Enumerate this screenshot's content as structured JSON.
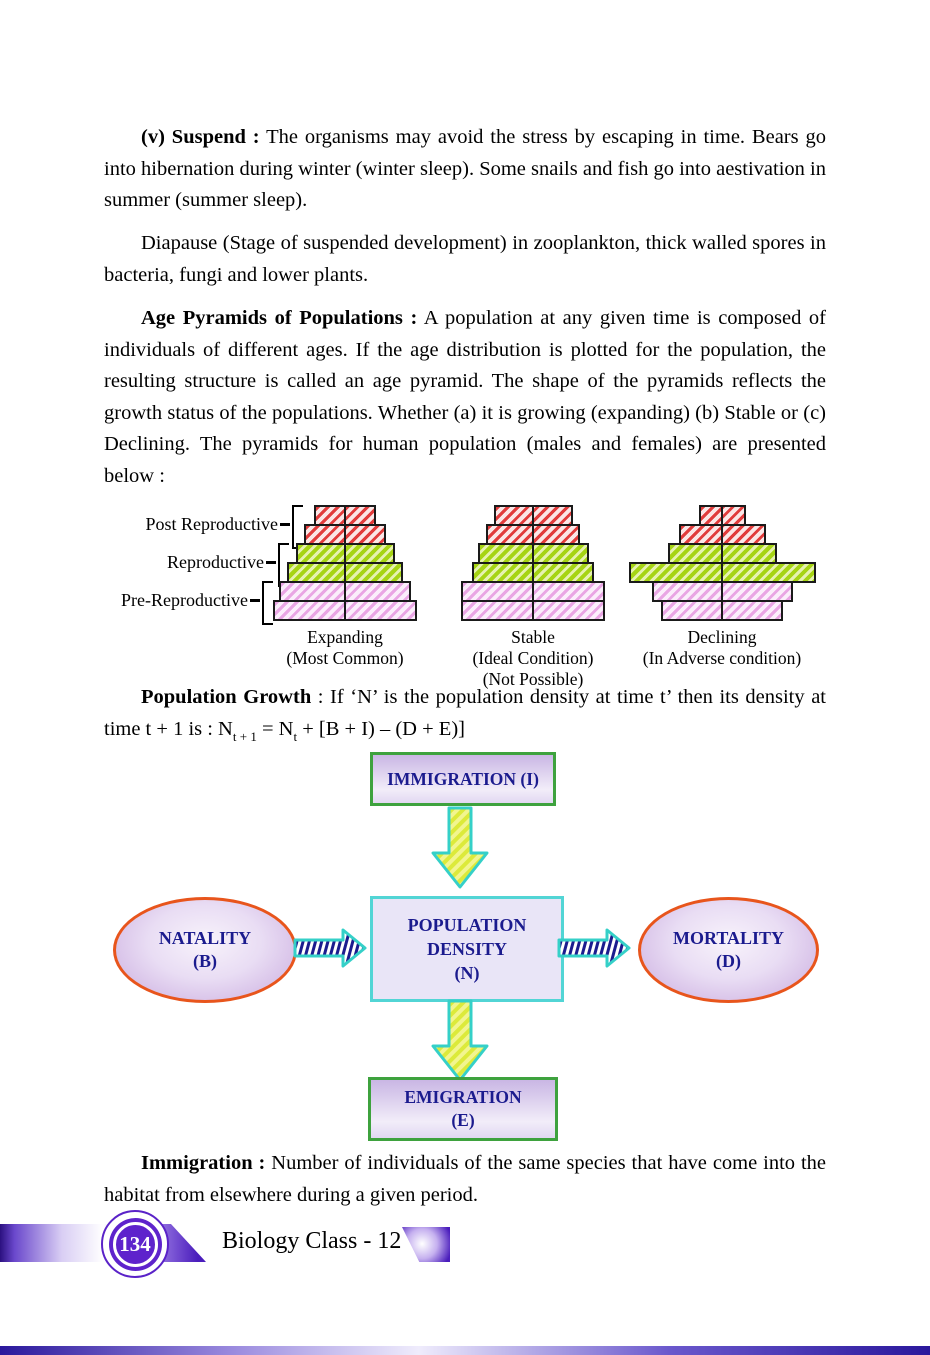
{
  "paragraphs": {
    "p1": {
      "bold": "(v) Suspend :",
      "text": " The organisms may avoid the stress by escaping in time. Bears go into hibernation during winter (winter sleep). Some snails and fish go into aestivation in summer (summer sleep)."
    },
    "p2": {
      "text": "Diapause (Stage of suspended development) in zooplankton, thick walled spores in bacteria, fungi and lower plants."
    },
    "p3": {
      "bold": "Age Pyramids of Populations :",
      "text": " A population at any given time is composed of individuals of different ages. If the age distribution is plotted for the population, the resulting structure is called an age pyramid. The shape of the pyramids reflects the growth status of the populations. Whether (a) it is growing (expanding) (b) Stable or (c) Declining. The pyramids for human population (males and females) are presented below :"
    },
    "p4": {
      "bold": "Population Growth",
      "text1": " : If ‘N’ is the population density at time t’ then its density at time t + 1 is : N",
      "sub1": "t + 1",
      "text2": " = N",
      "sub2": "t",
      "text3": " + [B + I) – (D + E)]"
    },
    "p5": {
      "bold": "Immigration :",
      "text": " Number of individuals of the same species that have come into the habitat from elsewhere during a given period."
    }
  },
  "pyramids": {
    "side_labels": [
      "Post Reproductive",
      "Reproductive",
      "Pre-Reproductive"
    ],
    "items": [
      {
        "name": "Expanding",
        "caption": [
          "Expanding",
          "(Most Common)"
        ],
        "tiers": [
          58,
          78,
          95,
          112,
          128,
          140
        ]
      },
      {
        "name": "Stable",
        "caption": [
          "Stable",
          "(Ideal Condition)",
          "(Not Possible)"
        ],
        "tiers": [
          75,
          90,
          107,
          118,
          140,
          140
        ]
      },
      {
        "name": "Declining",
        "caption": [
          "Declining",
          "(In Adverse condition)"
        ],
        "tiers": [
          43,
          83,
          105,
          183,
          137,
          118
        ]
      }
    ],
    "tier_groups": [
      "post",
      "post",
      "repro",
      "repro",
      "pre",
      "pre"
    ],
    "colors": {
      "post_reproductive": "#e13c3c",
      "reproductive": "#a6d414",
      "pre_reproductive": "#e9a6e4"
    }
  },
  "diagram": {
    "immigration": [
      "IMMIGRATION (I)"
    ],
    "natality": [
      "NATALITY",
      "(B)"
    ],
    "population_density": [
      "POPULATION",
      "DENSITY",
      "(N)"
    ],
    "mortality": [
      "MORTALITY",
      "(D)"
    ],
    "emigration": [
      "EMIGRATION",
      "(E)"
    ],
    "colors": {
      "label_text": "#1b1b8e",
      "box_border_green": "#3ea23e",
      "box_border_cyan": "#52d5d5",
      "ellipse_border": "#e8551c",
      "arrow_outline": "#35d0c8"
    }
  },
  "footer": {
    "page_number": "134",
    "book_title": "Biology Class - 12"
  }
}
